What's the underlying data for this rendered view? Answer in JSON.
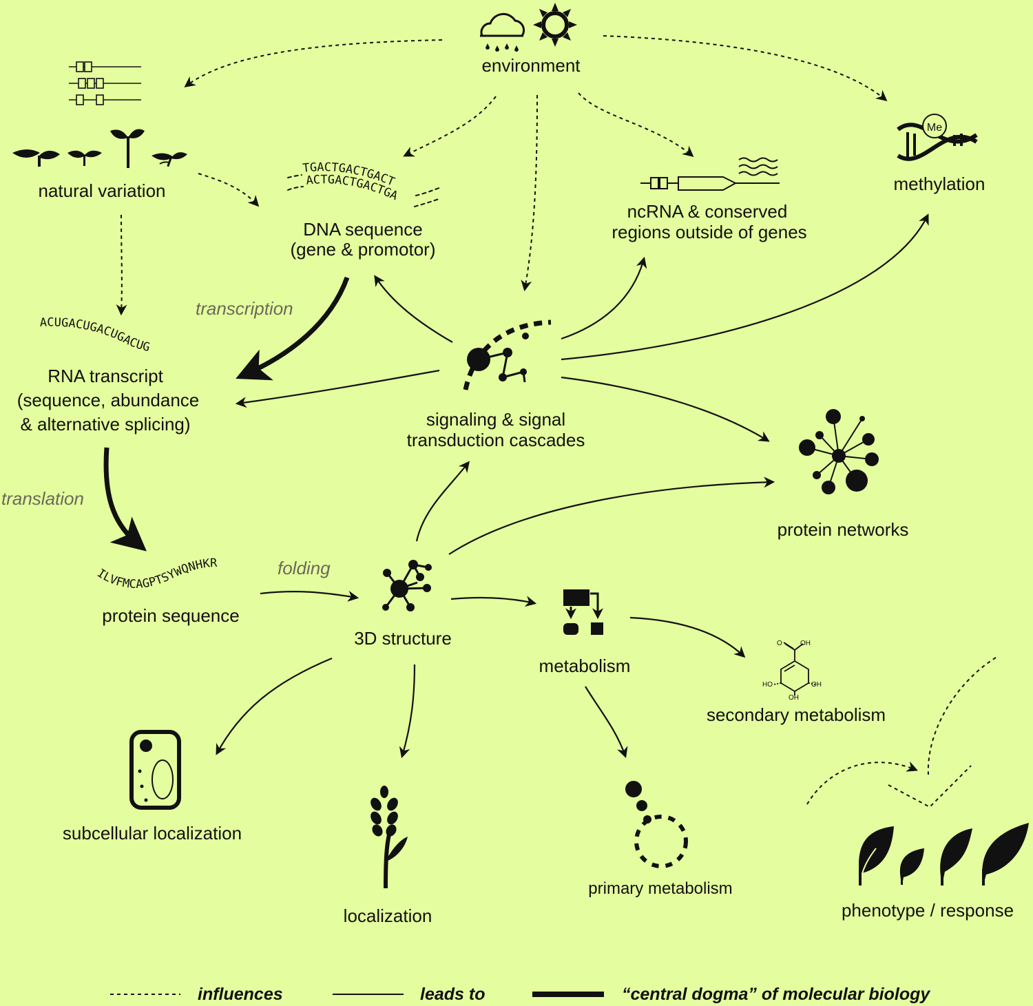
{
  "nodes": {
    "environment": "environment",
    "natural_variation": "natural variation",
    "dna_line1": "DNA sequence",
    "dna_line2": "(gene & promotor)",
    "ncrna_line1": "ncRNA & conserved",
    "ncrna_line2": "regions outside of genes",
    "methylation": "methylation",
    "methyl_badge": "Me",
    "rna_line1": "RNA transcript",
    "rna_line2": "(sequence, abundance",
    "rna_line3": "& alternative splicing)",
    "signaling_line1": "signaling & signal",
    "signaling_line2": "transduction cascades",
    "protein_networks": "protein networks",
    "protein_sequence": "protein sequence",
    "structure_3d": "3D structure",
    "metabolism": "metabolism",
    "secondary_metabolism": "secondary metabolism",
    "subcellular_localization": "subcellular localization",
    "localization": "localization",
    "primary_metabolism": "primary metabolism",
    "phenotype": "phenotype / response"
  },
  "sequences": {
    "dna_top": "TGACTGACTGACT",
    "dna_bottom": "ACTGACTGACTGA",
    "rna": "ACUGACUGACUGACUG",
    "protein": "ILVFMCAGPTSYWQNHKR"
  },
  "molecule_labels": {
    "o": "O",
    "oh_top": "OH",
    "ho_left": "HO",
    "oh_right": "OH",
    "oh_bottom": "OH"
  },
  "edge_labels": {
    "transcription": "transcription",
    "translation": "translation",
    "folding": "folding"
  },
  "legend": {
    "influences": "influences",
    "leads_to": "leads to",
    "central_dogma": "“central dogma” of molecular biology"
  }
}
